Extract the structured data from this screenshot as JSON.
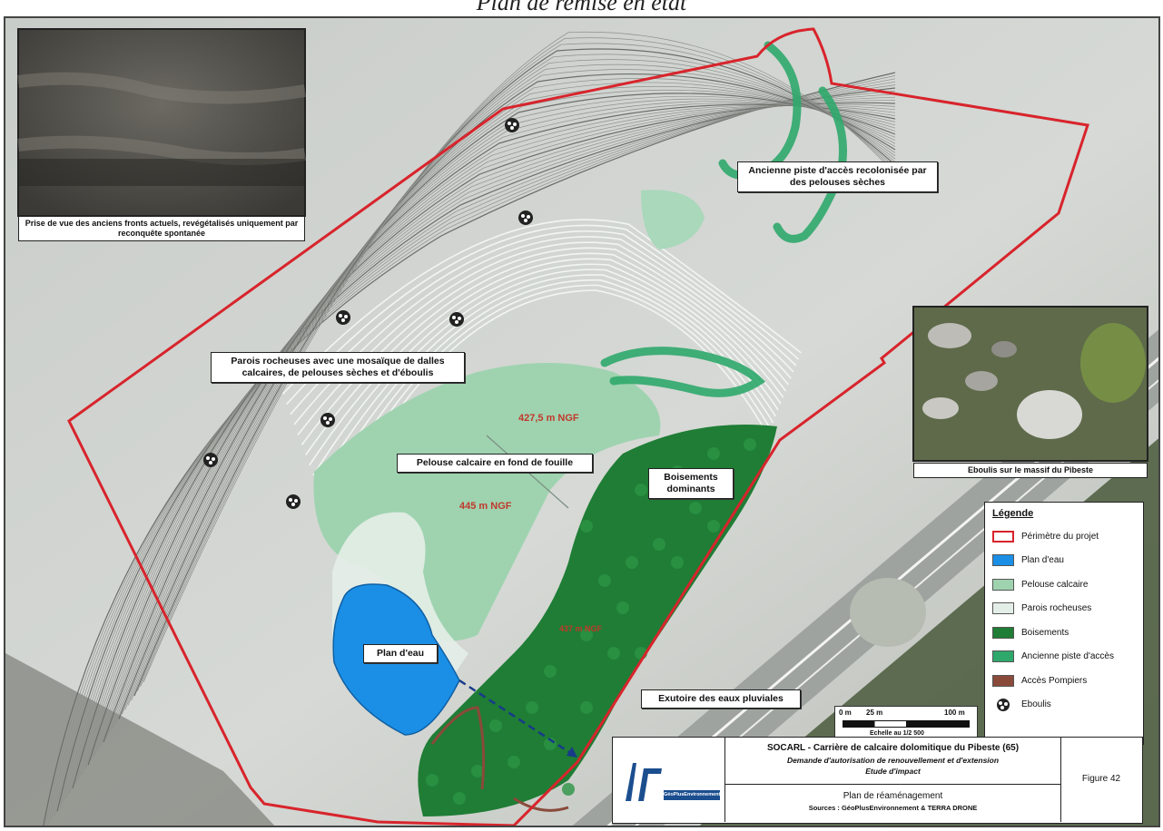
{
  "heading": "Plan de remise en état",
  "callouts": {
    "photo1_caption": "Prise de vue des anciens fronts actuels, revégétalisés uniquement par reconquête spontanée",
    "track": "Ancienne piste d'accès recolonisée par des pelouses sèches",
    "rock_walls": "Parois rocheuses avec une mosaïque de dalles calcaires, de pelouses sèches et d'éboulis",
    "lawn": "Pelouse calcaire en fond de fouille",
    "woodland": "Boisements dominants",
    "pond": "Plan d'eau",
    "outlet": "Exutoire des eaux pluviales",
    "photo2_caption": "Eboulis sur le massif du Pibeste"
  },
  "elevations": [
    "427,5 m NGF",
    "445 m NGF",
    "437 m NGF"
  ],
  "legend": {
    "title": "Légende",
    "items": [
      {
        "label": "Périmètre du projet",
        "color": "#ffffff",
        "border": "#d8242c"
      },
      {
        "label": "Plan d'eau",
        "color": "#1b8fe6",
        "border": "#555555"
      },
      {
        "label": "Pelouse calcaire",
        "color": "#9fd3b0",
        "border": "#555555"
      },
      {
        "label": "Parois rocheuses",
        "color": "#e4eee8",
        "border": "#555555"
      },
      {
        "label": "Boisements",
        "color": "#1f7d35",
        "border": "#555555"
      },
      {
        "label": "Ancienne piste d'accès",
        "color": "#2fa86c",
        "border": "#555555"
      },
      {
        "label": "Accès Pompiers",
        "color": "#8a4a3a",
        "border": "#555555"
      },
      {
        "label": "Eboulis",
        "color": "#ffffff",
        "border": "#ffffff",
        "icon": "scree-icon"
      }
    ]
  },
  "scale": {
    "left": "0 m",
    "mid": "25 m",
    "right": "100 m",
    "note": "Echelle au 1/2 500"
  },
  "title_block": {
    "logo": "GéoPlusEnvironnement",
    "project": "SOCARL - Carrière de calcaire dolomitique du Pibeste (65)",
    "request": "Demande d'autorisation de renouvellement et d'extension",
    "study": "Etude d'impact",
    "plan": "Plan de réaménagement",
    "sources": "Sources : GéoPlusEnvironnement & TERRA DRONE",
    "figure": "Figure 42"
  }
}
